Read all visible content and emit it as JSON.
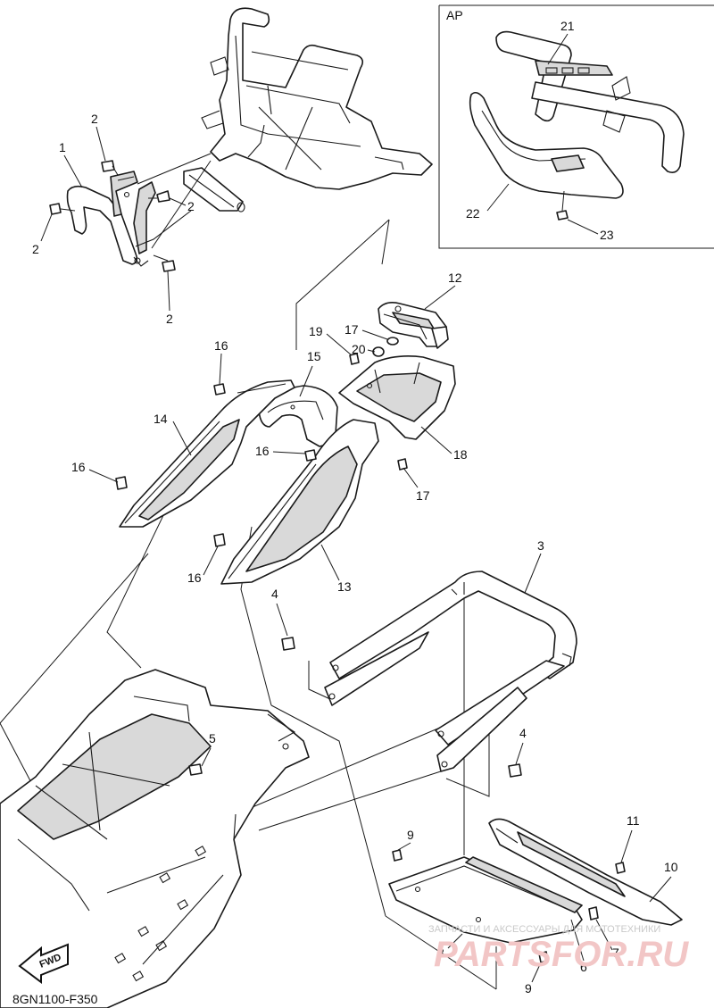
{
  "inset": {
    "label": "AP"
  },
  "diagram_code": "8GN1100-F350",
  "fwd_label": "FWD",
  "watermark": {
    "line1": "ЗАПЧАСТИ И АКСЕССУАРЫ ДЛЯ МОТОТЕХНИКИ",
    "line2": "PARTSFOR.RU"
  },
  "callouts": {
    "c2a": "2",
    "c1": "1",
    "c2b": "2",
    "c2c": "2",
    "c2d": "2",
    "c21": "21",
    "c22": "22",
    "c23": "23",
    "c12": "12",
    "c17a": "17",
    "c19": "19",
    "c20": "20",
    "c16a": "16",
    "c15": "15",
    "c14": "14",
    "c16b": "16",
    "c18": "18",
    "c16c": "16",
    "c17b": "17",
    "c16d": "16",
    "c13": "13",
    "c3": "3",
    "c4a": "4",
    "c5": "5",
    "c4b": "4",
    "c9a": "9",
    "c11": "11",
    "c10": "10",
    "c8": "8",
    "c7": "7",
    "c6": "6",
    "c9b": "9"
  }
}
